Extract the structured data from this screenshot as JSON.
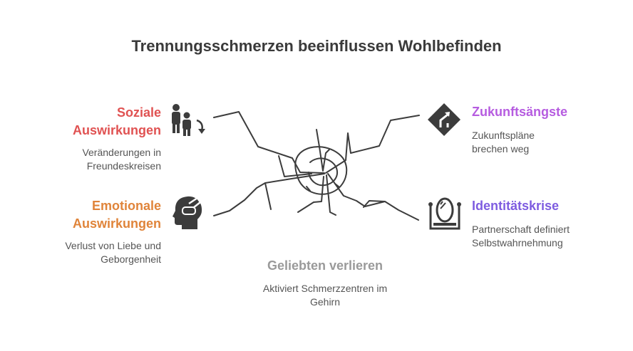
{
  "title": "Trennungsschmerzen beeinflussen Wohlbefinden",
  "sections": {
    "social": {
      "heading_line1": "Soziale",
      "heading_line2": "Auswirkungen",
      "desc_line1": "Veränderungen in",
      "desc_line2": "Freundeskreisen",
      "color": "#e05252",
      "icon": "people-icon"
    },
    "emotional": {
      "heading_line1": "Emotionale",
      "heading_line2": "Auswirkungen",
      "desc_line1": "Verlust von Liebe und",
      "desc_line2": "Geborgenheit",
      "color": "#e0843a",
      "icon": "head-hand-icon"
    },
    "future": {
      "heading_line1": "Zukunftsängste",
      "desc_line1": "Zukunftspläne",
      "desc_line2": "brechen weg",
      "color": "#b65ce0",
      "icon": "road-sign-icon"
    },
    "identity": {
      "heading_line1": "Identitätskrise",
      "desc_line1": "Partnerschaft definiert",
      "desc_line2": "Selbstwahrnehmung",
      "color": "#7e5ce0",
      "icon": "mirror-icon"
    },
    "center": {
      "heading_line1": "Geliebten verlieren",
      "desc_line1": "Aktiviert Schmerzzentren im",
      "desc_line2": "Gehirn",
      "color": "#9a9a9a"
    }
  },
  "colors": {
    "line": "#3c3c3c",
    "icon": "#3c3c3c"
  }
}
